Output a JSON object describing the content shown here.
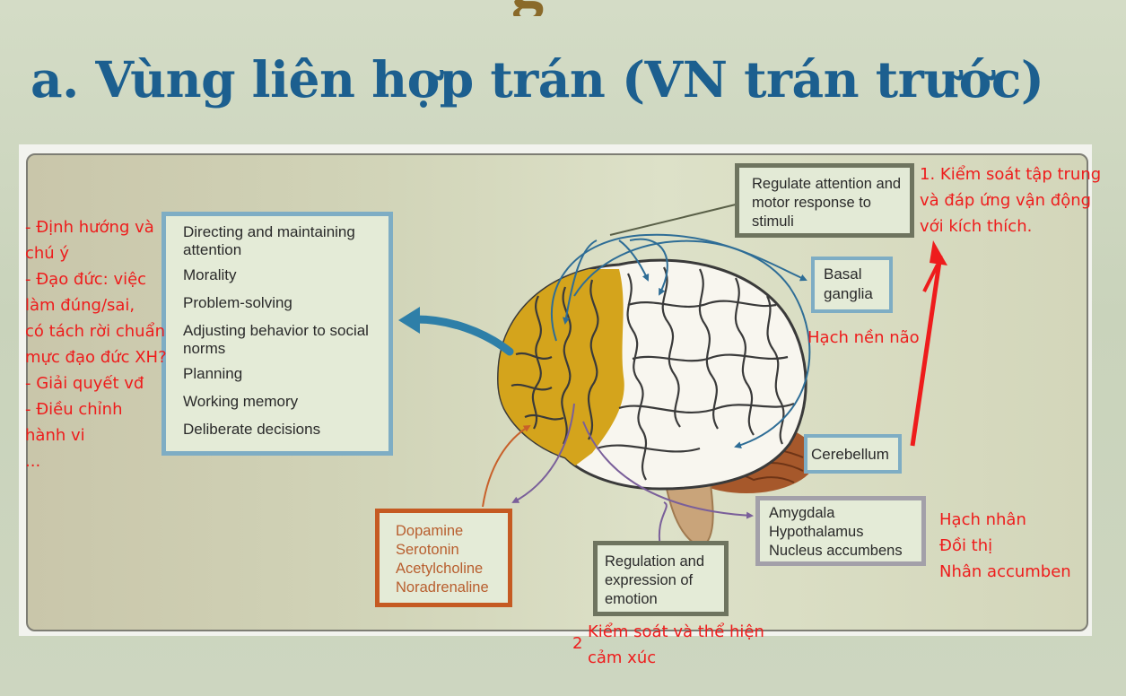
{
  "top_cut_text": "g",
  "title": "a. Vùng liên hợp trán (VN trán trước)",
  "diagram": {
    "functions": [
      "Directing and maintaining attention",
      "Morality",
      "Problem-solving",
      "Adjusting behavior to social norms",
      "Planning",
      "Working memory",
      "Deliberate decisions"
    ],
    "regulate_attention": "Regulate attention and motor response to stimuli",
    "basal_ganglia": "Basal ganglia",
    "cerebellum": "Cerebellum",
    "limbic": [
      "Amygdala",
      "Hypothalamus",
      "Nucleus accumbens"
    ],
    "emotion": "Regulation and expression of emotion",
    "neurotransmitters": [
      "Dopamine",
      "Serotonin",
      "Acetylcholine",
      "Noradrenaline"
    ]
  },
  "annotations": {
    "left_notes": [
      "- Định hướng và",
      "chú ý",
      "- Đạo đức: việc",
      "làm đúng/sai,",
      "có tách rời chuẩn",
      "mực đạo đức XH?",
      "- Giải quyết vđ",
      "- Điều chỉnh",
      "hành vi",
      "..."
    ],
    "note_1": [
      "1. Kiểm soát tập trung",
      "và đáp ứng vận động",
      "với kích thích."
    ],
    "basal": "Hạch nền não",
    "limbic": [
      "Hạch nhân",
      "Đồi thị",
      "Nhân accumben"
    ],
    "note_2_number": "2",
    "note_2": [
      "Kiểm soát và thể hiện",
      "cảm xúc"
    ]
  },
  "colors": {
    "title": "#1c5f8f",
    "annotation": "#ee1c1c",
    "arrow_blue": "#2e6d96",
    "prefrontal": "#d4a41c",
    "neuro_border": "#c55a22"
  }
}
